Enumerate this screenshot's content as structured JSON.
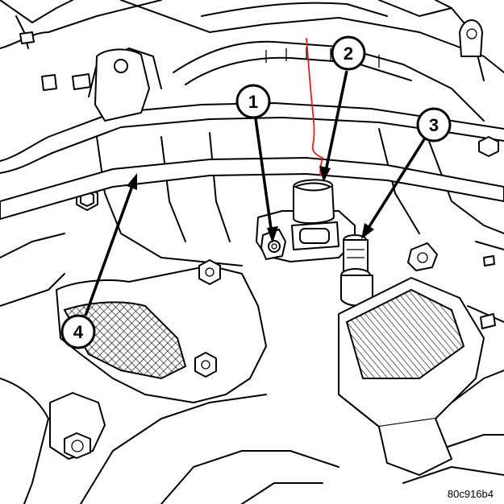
{
  "callouts": [
    {
      "id": "callout-1",
      "label": "1"
    },
    {
      "id": "callout-2",
      "label": "2"
    },
    {
      "id": "callout-3",
      "label": "3"
    },
    {
      "id": "callout-4",
      "label": "4"
    }
  ],
  "figure_code": "80c916b4",
  "colors": {
    "line": "#000000",
    "background": "#ffffff",
    "annotation": "#e02020"
  }
}
